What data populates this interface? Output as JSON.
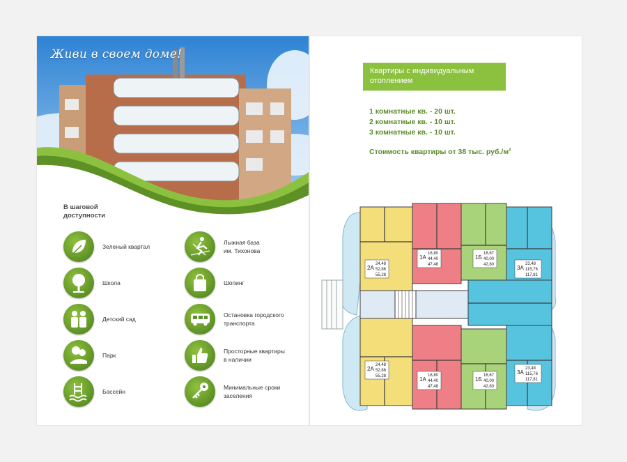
{
  "hero": {
    "slogan": "Живи в своем доме!"
  },
  "nearby": {
    "title_line1": "В шаговой",
    "title_line2": "доступности",
    "items": [
      {
        "icon": "leaf-icon",
        "line1": "Зеленый квартал",
        "line2": ""
      },
      {
        "icon": "tree-icon",
        "line1": "Школа",
        "line2": ""
      },
      {
        "icon": "children-icon",
        "line1": "Детский сад",
        "line2": ""
      },
      {
        "icon": "park-icon",
        "line1": "Парк",
        "line2": ""
      },
      {
        "icon": "pool-icon",
        "line1": "Бассейн",
        "line2": ""
      },
      {
        "icon": "skier-icon",
        "line1": "Лыжная база",
        "line2": "им. Тихонова"
      },
      {
        "icon": "shopping-bag-icon",
        "line1": "Шопинг",
        "line2": ""
      },
      {
        "icon": "bus-icon",
        "line1": "Остановка городского",
        "line2": "транспорта"
      },
      {
        "icon": "thumbs-up-icon",
        "line1": "Просторные квартиры",
        "line2": "в наличии"
      },
      {
        "icon": "key-icon",
        "line1": "Минимальные сроки",
        "line2": "заселения"
      }
    ]
  },
  "apartments": {
    "banner_line1": "Квартиры с индивидуальным",
    "banner_line2": "отоплением",
    "counts": [
      "1 комнатные кв. - 20 шт.",
      "2 комнатные кв. - 10 шт.",
      "3 комнатные кв. - 10 шт."
    ],
    "price_text": "Стоимость квартиры от 38 тыс. руб./м",
    "price_sup": "2"
  },
  "floor_plan": {
    "units": [
      {
        "code": "2А",
        "values": [
          "24,48",
          "52,86",
          "55,28"
        ]
      },
      {
        "code": "1А",
        "values": [
          "16,80",
          "44,40",
          "47,48"
        ]
      },
      {
        "code": "1Б",
        "values": [
          "16,67",
          "40,00",
          "42,80"
        ]
      },
      {
        "code": "3А",
        "values": [
          "23,48",
          "115,76",
          "117,81"
        ]
      },
      {
        "code": "2А",
        "values": [
          "24,48",
          "52,86",
          "55,28"
        ]
      },
      {
        "code": "1А",
        "values": [
          "16,80",
          "44,40",
          "47,48"
        ]
      },
      {
        "code": "1Б",
        "values": [
          "16,67",
          "40,00",
          "42,80"
        ]
      },
      {
        "code": "3А",
        "values": [
          "23,48",
          "115,76",
          "117,81"
        ]
      }
    ],
    "colors": {
      "yellow": "#f4de7a",
      "red": "#ef7f86",
      "green": "#a9d37a",
      "blue": "#57c4df",
      "stair": "#dfeaf4",
      "wall": "#3c3c3c"
    }
  }
}
